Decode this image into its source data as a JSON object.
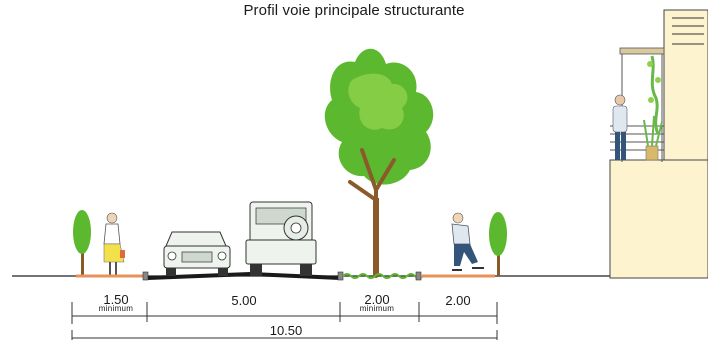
{
  "title": "Profil voie principale structurante",
  "segments": [
    {
      "value": "1.50",
      "note": "minimum"
    },
    {
      "value": "5.00",
      "note": ""
    },
    {
      "value": "2.00",
      "note": "minimum"
    },
    {
      "value": "2.00",
      "note": ""
    }
  ],
  "total": "10.50",
  "colors": {
    "foliage": "#5cb82e",
    "foliage_light": "#8fd24a",
    "trunk": "#8a5a2a",
    "sidewalk": "#e8925a",
    "road": "#1a1a1a",
    "building": "#fdf3cf",
    "line": "#333333"
  }
}
